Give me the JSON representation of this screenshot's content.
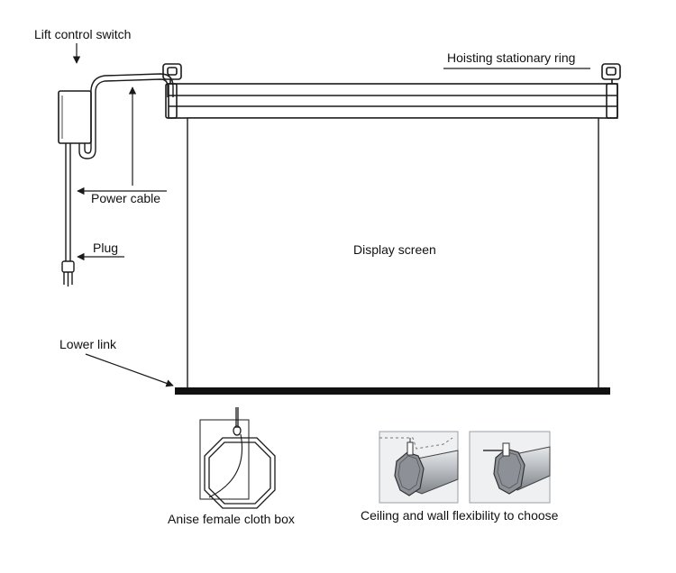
{
  "labels": {
    "lift_control_switch": "Lift control switch",
    "hoisting_stationary_ring": "Hoisting stationary ring",
    "power_cable": "Power cable",
    "plug": "Plug",
    "display_screen": "Display screen",
    "lower_link": "Lower link",
    "cloth_box": "Anise female cloth box",
    "mounting": "Ceiling and wall flexibility to choose"
  },
  "colors": {
    "line": "#1a1a1a",
    "housing": "#b9bdc2",
    "inset_bg": "#eef0f2"
  }
}
